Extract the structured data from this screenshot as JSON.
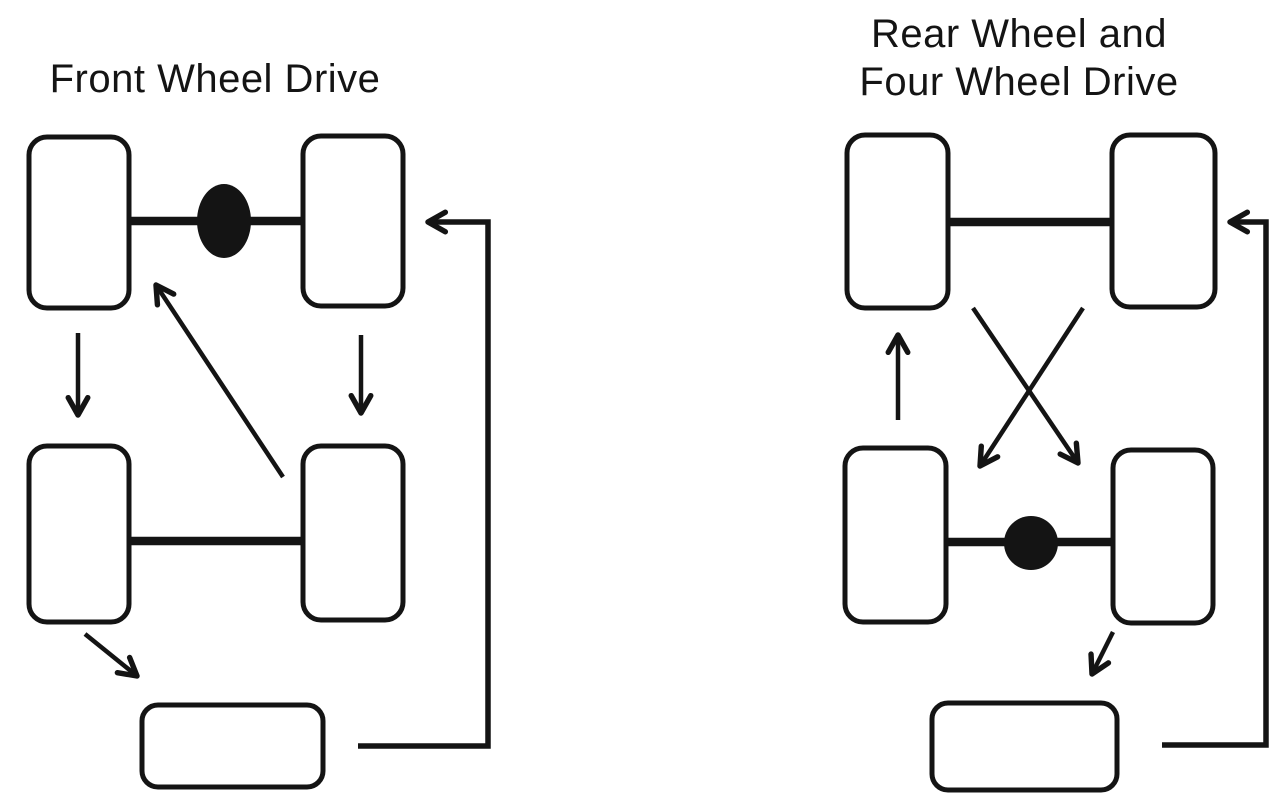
{
  "colors": {
    "background": "#ffffff",
    "ink": "#141414"
  },
  "left_diagram": {
    "title": "Front Wheel Drive"
  },
  "right_diagram": {
    "title_line_1": "Rear Wheel and",
    "title_line_2": "Four Wheel Drive"
  }
}
